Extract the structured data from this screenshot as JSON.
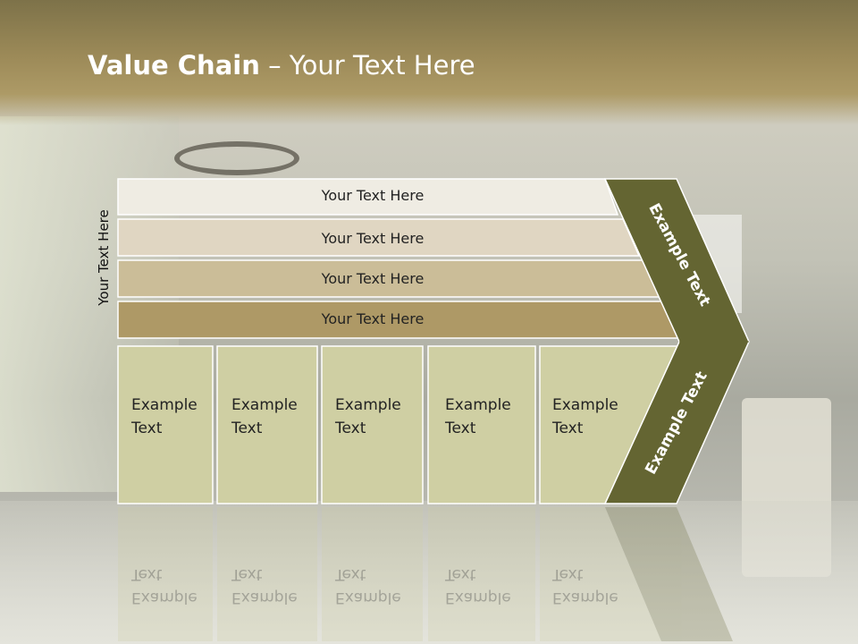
{
  "title": {
    "bold": "Value Chain",
    "rest": " – Your Text Here"
  },
  "side_label": "Your Text Here",
  "bars": [
    {
      "label": "Your Text Here",
      "fill": "#efece3"
    },
    {
      "label": "Your Text Here",
      "fill": "#e0d6c2"
    },
    {
      "label": "Your Text Here",
      "fill": "#cbbd98"
    },
    {
      "label": "Your Text Here",
      "fill": "#ae9966"
    }
  ],
  "boxes": [
    {
      "line1": "Example",
      "line2": "Text"
    },
    {
      "line1": "Example",
      "line2": "Text"
    },
    {
      "line1": "Example",
      "line2": "Text"
    },
    {
      "line1": "Example",
      "line2": "Text"
    },
    {
      "line1": "Example",
      "line2": "Text"
    }
  ],
  "chevron": {
    "upper_label": "Example Text",
    "lower_label": "Example Text",
    "fill": "#646532"
  },
  "colors": {
    "box_fill": "#cfcfa3",
    "box_stroke": "#ffffff"
  }
}
